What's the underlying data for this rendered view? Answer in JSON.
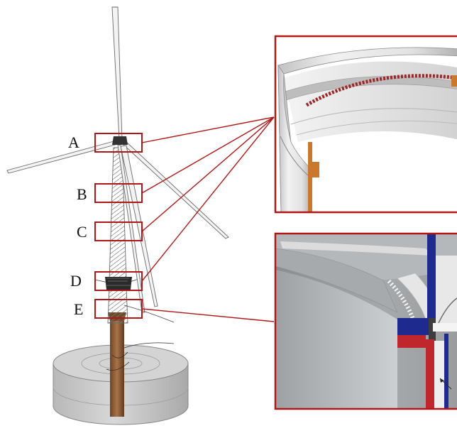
{
  "labels": {
    "A": "A",
    "B": "B",
    "C": "C",
    "D": "D",
    "E": "E"
  },
  "colors": {
    "callout": "#b01717",
    "tower_lattice": "#6f6f6f",
    "foundation": "#c9c9c9",
    "pile": "#8a5a36",
    "bolt_red": "#9e2626",
    "flange_orange": "#c9782e",
    "blue_section": "#1f2a8f",
    "red_section": "#c0272d"
  }
}
